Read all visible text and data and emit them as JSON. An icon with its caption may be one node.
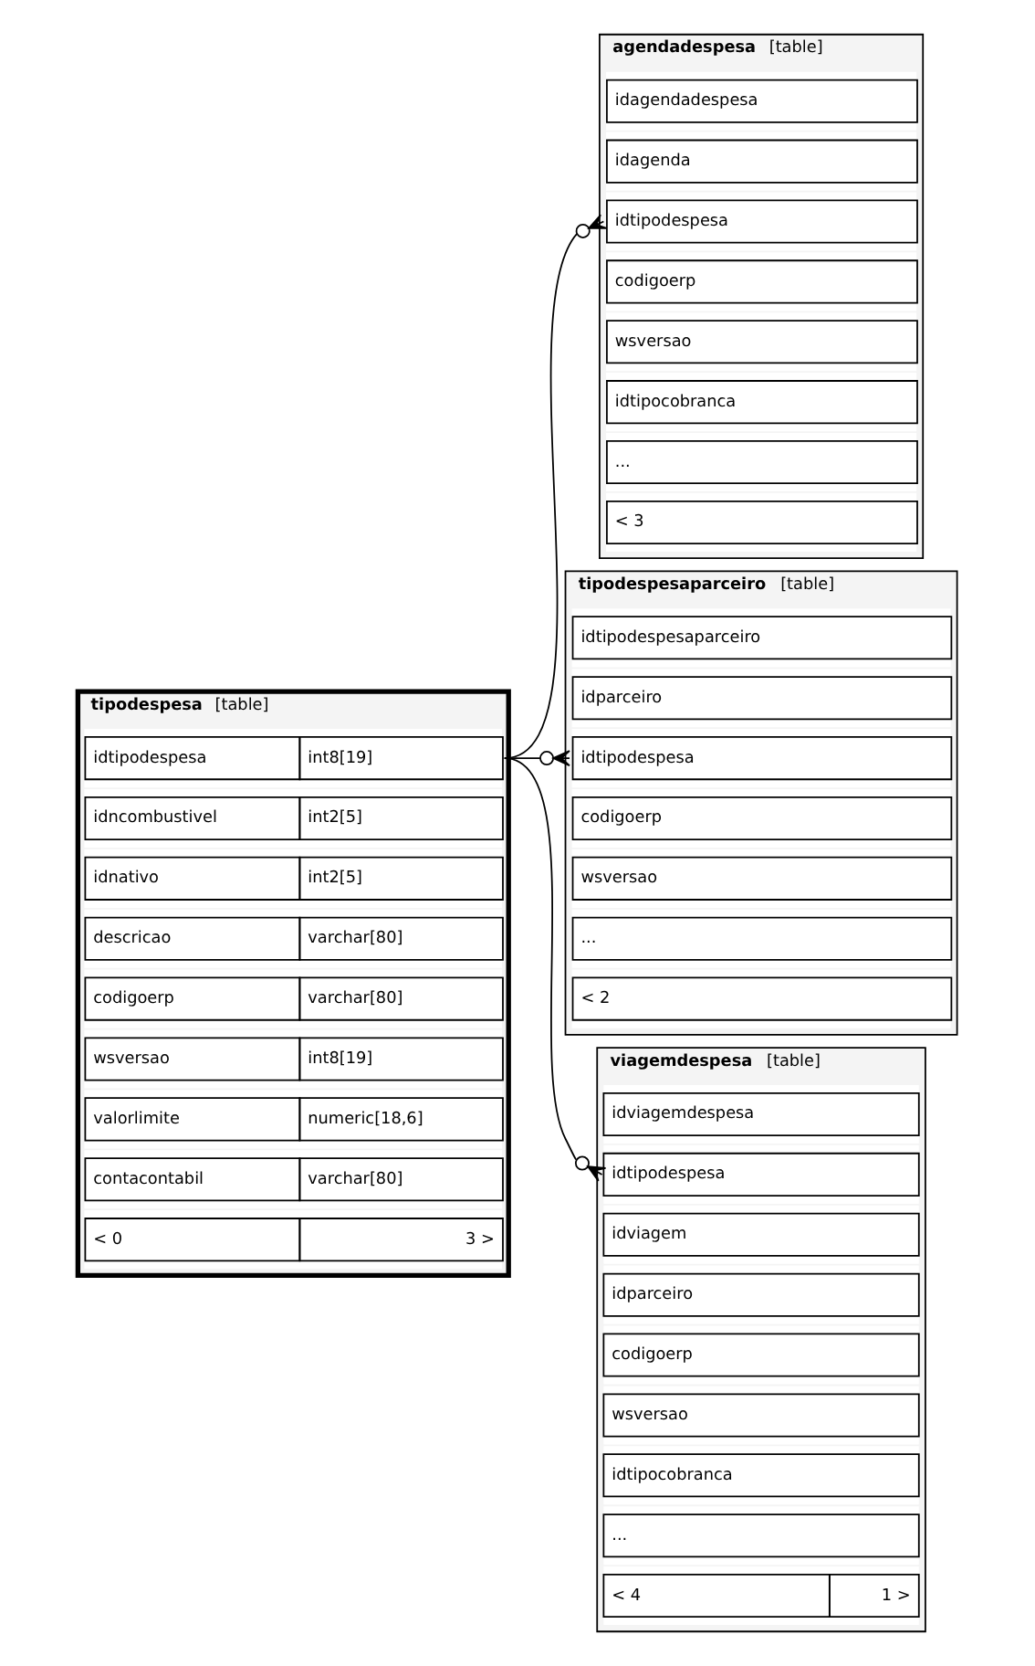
{
  "diagram": {
    "nodes": [
      {
        "text": [
          "tipodespesa",
          "[table]"
        ]
      },
      {
        "text": [
          "idtipodespesa",
          "int8[19]"
        ],
        "in": 0
      },
      {
        "text": [
          "idncombustivel",
          "int2[5]"
        ],
        "in": 0
      },
      {
        "text": [
          "idnativo",
          "int2[5]"
        ],
        "in": 0
      },
      {
        "text": [
          "descricao",
          "varchar[80]"
        ],
        "in": 0
      },
      {
        "text": [
          "codigoerp",
          "varchar[80]"
        ],
        "in": 0
      },
      {
        "text": [
          "wsversao",
          "int8[19]"
        ],
        "in": 0
      },
      {
        "text": [
          "valorlimite",
          "numeric[18,6]"
        ],
        "in": 0
      },
      {
        "text": [
          "contacontabil",
          "varchar[80]"
        ],
        "in": 0
      },
      {
        "text": [
          "< 0",
          "3 >"
        ],
        "in": 0
      },
      {
        "text": [
          "agendadespesa",
          "[table]"
        ]
      },
      {
        "text": [
          "idagendadespesa"
        ],
        "in": 10
      },
      {
        "text": [
          "idagenda"
        ],
        "in": 10
      },
      {
        "text": [
          "idtipodespesa"
        ],
        "in": 10
      },
      {
        "text": [
          "codigoerp"
        ],
        "in": 10
      },
      {
        "text": [
          "wsversao"
        ],
        "in": 10
      },
      {
        "text": [
          "idtipocobranca"
        ],
        "in": 10
      },
      {
        "text": [
          "..."
        ],
        "in": 10
      },
      {
        "text": [
          "< 3"
        ],
        "in": 10
      },
      {
        "text": [
          "tipodespesaparceiro",
          "[table]"
        ]
      },
      {
        "text": [
          "idtipodespesaparceiro"
        ],
        "in": 19
      },
      {
        "text": [
          "idparceiro"
        ],
        "in": 19
      },
      {
        "text": [
          "idtipodespesa"
        ],
        "in": 19
      },
      {
        "text": [
          "codigoerp"
        ],
        "in": 19
      },
      {
        "text": [
          "wsversao"
        ],
        "in": 19
      },
      {
        "text": [
          "..."
        ],
        "in": 19
      },
      {
        "text": [
          "< 2"
        ],
        "in": 19
      },
      {
        "text": [
          "viagemdespesa",
          "[table]"
        ]
      },
      {
        "text": [
          "idviagemdespesa"
        ],
        "in": 27
      },
      {
        "text": [
          "idtipodespesa"
        ],
        "in": 27
      },
      {
        "text": [
          "idviagem"
        ],
        "in": 27
      },
      {
        "text": [
          "idparceiro"
        ],
        "in": 27
      },
      {
        "text": [
          "codigoerp"
        ],
        "in": 27
      },
      {
        "text": [
          "wsversao"
        ],
        "in": 27
      },
      {
        "text": [
          "idtipocobranca"
        ],
        "in": 27
      },
      {
        "text": [
          "..."
        ],
        "in": 27
      },
      {
        "text": [
          "< 4",
          "1 >"
        ],
        "in": 27
      }
    ],
    "edges": [
      {
        "from": 1,
        "to": 13,
        "arrow": "other"
      },
      {
        "from": 1,
        "to": 22,
        "arrow": "other"
      },
      {
        "from": 1,
        "to": 29,
        "arrow": "other"
      }
    ]
  }
}
